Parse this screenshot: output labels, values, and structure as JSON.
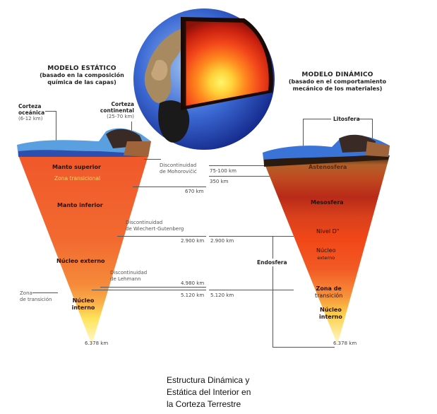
{
  "caption": {
    "line1": "Estructura Dinámica y",
    "line2": "Estática del Interior en",
    "line3": "la Corteza Terrestre"
  },
  "static_model": {
    "title": "MODELO ESTÁTICO",
    "subtitle1": "(basado en la composición",
    "subtitle2": "química de las capas)",
    "crust_oceanic": {
      "name1": "Corteza",
      "name2": "oceánica",
      "range": "(6-12 km)"
    },
    "crust_continental": {
      "name1": "Corteza",
      "name2": "continental",
      "range": "(25-70 km)"
    },
    "layers": [
      {
        "name": "Manto superior",
        "color": "#f0602a"
      },
      {
        "name": "Zona transicional",
        "color": "#f26a2c"
      },
      {
        "name": "Manto inferior",
        "color": "#f26530"
      },
      {
        "name": "Núcleo externo",
        "color": "#f58a3a"
      },
      {
        "name": "Núcleo interno",
        "color": "#fde05a"
      }
    ],
    "transition_zone": {
      "line1": "Zona",
      "line2": "de transición"
    },
    "bottom_depth": "6.378 km"
  },
  "discontinuities": {
    "mohorovicic": {
      "line1": "Discontinuidad",
      "line2": "de Mohorovičić"
    },
    "wiechert_gutenberg": {
      "line1": "Discontinuidad",
      "line2": "de Wiechert-Gutenberg"
    },
    "lehmann": {
      "line1": "Discontinuidad",
      "line2": "de Lehmann"
    }
  },
  "depths": {
    "d670": "670 km",
    "d75_100": "75-100 km",
    "d350": "350 km",
    "d2900_left": "2.900 km",
    "d2900_right": "2.900 km",
    "d4980": "4.980 km",
    "d5120_left": "5.120 km",
    "d5120_right": "5.120 km"
  },
  "dynamic_model": {
    "title": "MODELO DINÁMICO",
    "subtitle1": "(basado en el comportamiento",
    "subtitle2": "mecánico de los materiales)",
    "lithosphere": "Litosfera",
    "layers": [
      {
        "name": "Astenosfera",
        "color": "#b0501e"
      },
      {
        "name": "Mesosfera",
        "color": "#d8401c"
      },
      {
        "name": "Nivel D\"",
        "color": "#f04a1c"
      },
      {
        "name1": "Núcleo",
        "name2": "externo",
        "color": "#f25a24"
      },
      {
        "name1": "Zona de",
        "name2": "transición",
        "color": "#f7a03a"
      },
      {
        "name1": "Núcleo",
        "name2": "interno",
        "color": "#fbe956"
      }
    ],
    "endosphere": "Endosfera",
    "bottom_depth": "6.378 km"
  },
  "globe": {
    "ocean_color": "#2a55c8",
    "land_color": "#9c7a55",
    "core_color": "#ffdf40"
  }
}
